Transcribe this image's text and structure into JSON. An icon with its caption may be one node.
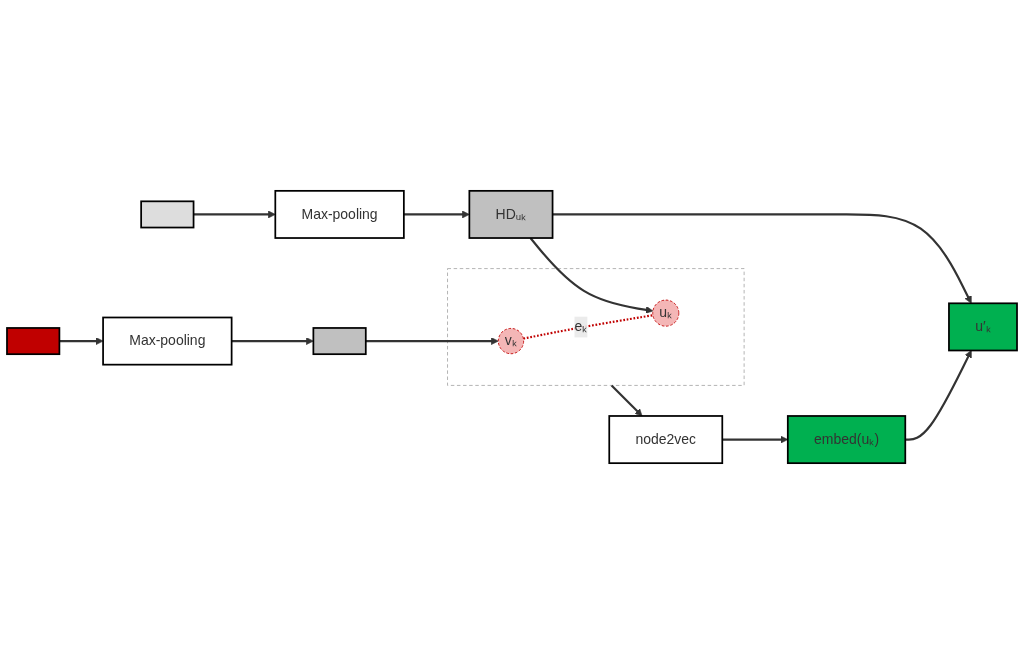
{
  "diagram": {
    "nodes": [
      {
        "text": [],
        "shape": "picture"
      },
      {
        "text": [],
        "shape": "picture"
      },
      {
        "text": [
          "Max-pooling"
        ]
      },
      {
        "text": [
          "Max-pooling"
        ]
      },
      {
        "text": [],
        "shape": "bar"
      },
      {
        "text": [
          "HDᵤₖ"
        ]
      },
      {
        "text": [],
        "shape": "box"
      },
      {
        "text": [
          "vₖ"
        ],
        "in": 6
      },
      {
        "text": [
          "uₖ"
        ],
        "in": 6
      },
      {
        "text": [
          "node2vec"
        ]
      },
      {
        "text": [
          "embed(uₖ)"
        ]
      },
      {
        "text": [
          "u′ₖ"
        ]
      }
    ],
    "edges": [
      {
        "from": 0,
        "to": 2,
        "arrow": "to"
      },
      {
        "from": 1,
        "to": 3,
        "arrow": "to"
      },
      {
        "from": 2,
        "to": 4,
        "arrow": "to"
      },
      {
        "from": 3,
        "to": 5,
        "arrow": "to"
      },
      {
        "from": 4,
        "to": 7,
        "arrow": "to"
      },
      {
        "from": 5,
        "to": 8,
        "arrow": "to"
      },
      {
        "from": 7,
        "to": 8,
        "arrow": "none",
        "label": "eₖ",
        "style": "dashed",
        "color": "#c00000"
      },
      {
        "from": 6,
        "to": 9,
        "arrow": "to"
      },
      {
        "from": 5,
        "to": 11,
        "arrow": "to"
      },
      {
        "from": 9,
        "to": 10,
        "arrow": "to"
      },
      {
        "from": 10,
        "to": 11,
        "arrow": "to"
      }
    ]
  }
}
